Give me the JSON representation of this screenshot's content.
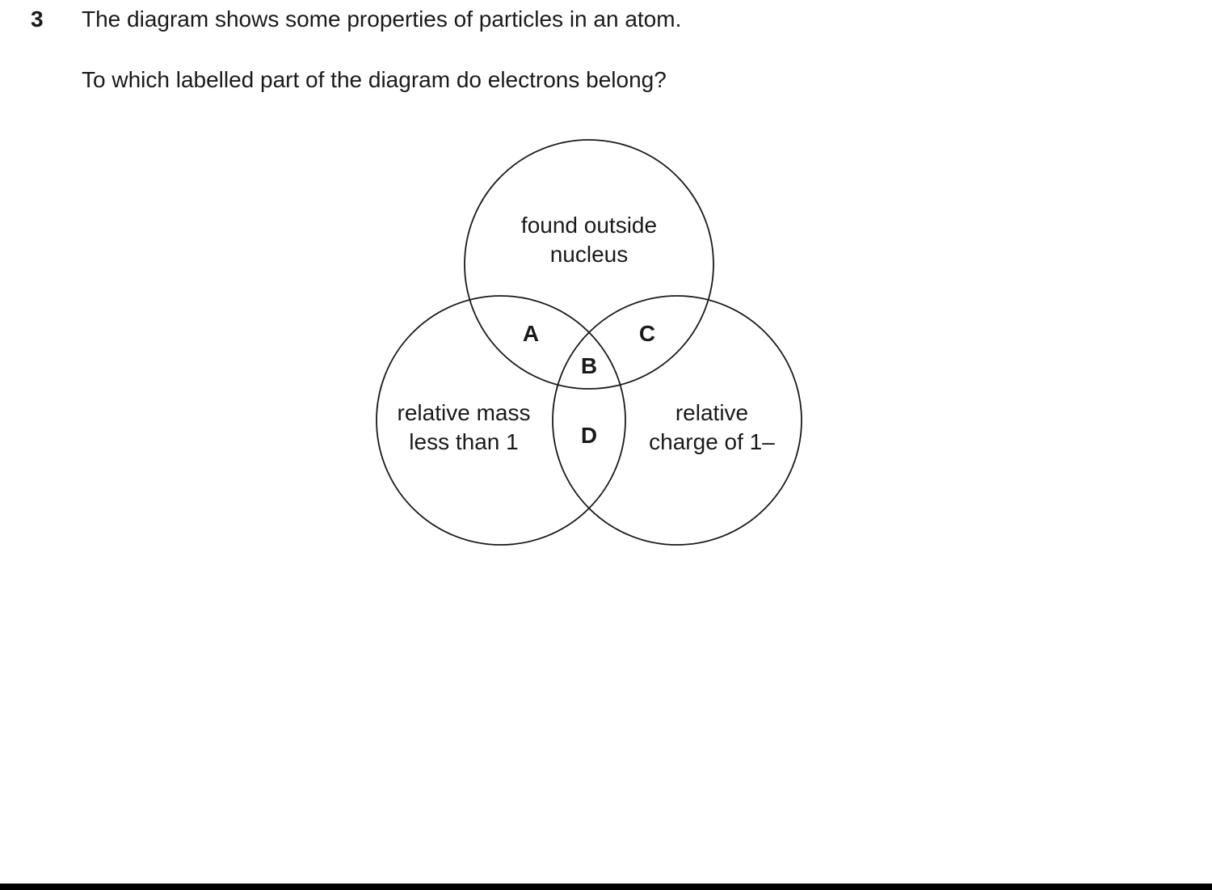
{
  "question": {
    "number": "3",
    "line1": "The diagram shows some properties of particles in an atom.",
    "line2": "To which labelled part of the diagram do electrons belong?"
  },
  "diagram": {
    "circles": {
      "top": {
        "line1": "found outside",
        "line2": "nucleus"
      },
      "left": {
        "line1": "relative mass",
        "line2": "less than 1"
      },
      "right": {
        "line1": "relative",
        "line2": "charge of 1–"
      }
    },
    "regions": {
      "a": "A",
      "b": "B",
      "c": "C",
      "d": "D"
    },
    "stroke_color": "#1a1a1a"
  }
}
